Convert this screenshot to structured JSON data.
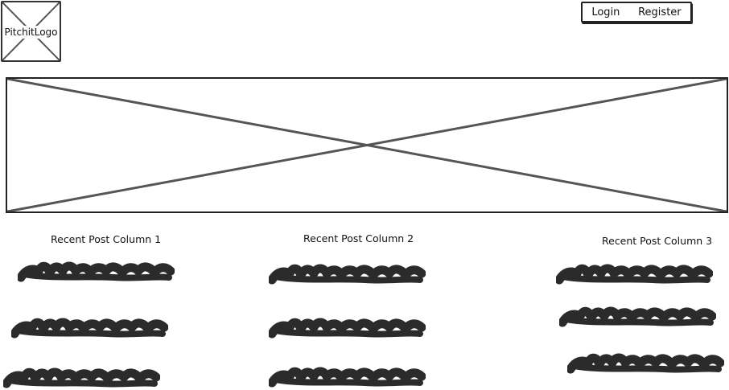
{
  "header": {
    "logo_label": "PitchitLogo",
    "login_label": "Login",
    "register_label": "Register"
  },
  "hero": {
    "type": "image-placeholder"
  },
  "columns": [
    {
      "title": "Recent Post Column 1"
    },
    {
      "title": "Recent Post Column 2"
    },
    {
      "title": "Recent Post Column 3"
    }
  ],
  "colors": {
    "stroke": "#222222",
    "placeholder_cross": "#555555",
    "scribble": "#2b2b2b"
  }
}
